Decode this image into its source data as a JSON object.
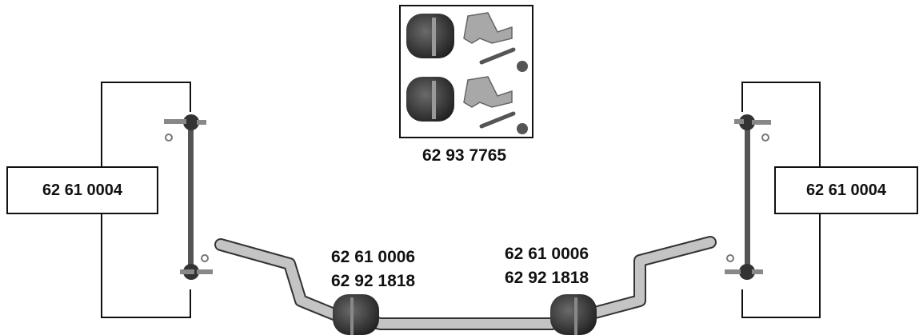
{
  "labels": {
    "link_left": "62 61 0004",
    "link_right": "62 61 0004",
    "kit": "62 93 7765",
    "bushing_left": [
      "62 61 0006",
      "62 92 1818"
    ],
    "bushing_right": [
      "62 61 0006",
      "62 92 1818"
    ]
  },
  "colors": {
    "line": "#111111",
    "metal": "#b8b8b8",
    "metal_dark": "#6b6b6b",
    "rubber": "#3a3a3a"
  }
}
